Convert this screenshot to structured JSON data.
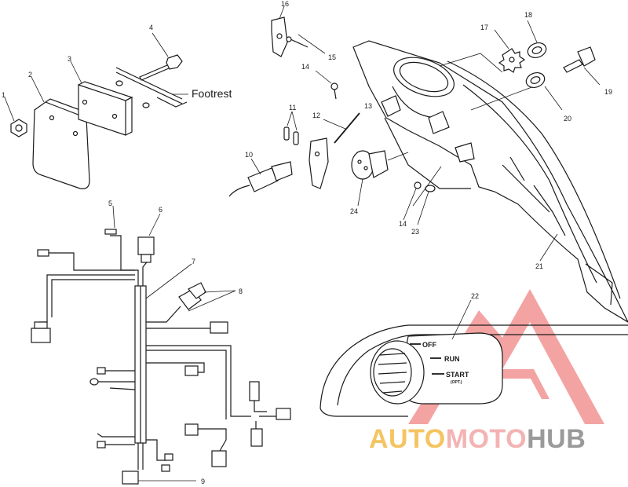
{
  "diagram": {
    "callouts": {
      "c1": "1",
      "c2": "2",
      "c3": "3",
      "c4": "4",
      "c5": "5",
      "c6": "6",
      "c7": "7",
      "c8": "8",
      "c9": "9",
      "c10": "10",
      "c11": "11",
      "c12": "12",
      "c13": "13",
      "c14a": "14",
      "c14b": "14",
      "c15": "15",
      "c16": "16",
      "c17": "17",
      "c18": "18",
      "c19": "19",
      "c20": "20",
      "c21": "21",
      "c22": "22",
      "c23": "23",
      "c24": "24"
    },
    "footrest_label": "Footrest",
    "switch_positions": {
      "off": "OFF",
      "run": "RUN",
      "start": "START",
      "start_sub": "(OPT.)"
    }
  },
  "watermark": {
    "text_auto": "AUTO",
    "text_moto": "MOTO",
    "text_hub": "HUB",
    "colors": {
      "auto": "#f5c463",
      "moto": "#f4b3b3",
      "hub": "#9a9a9a",
      "triangle": "#f08080"
    }
  }
}
